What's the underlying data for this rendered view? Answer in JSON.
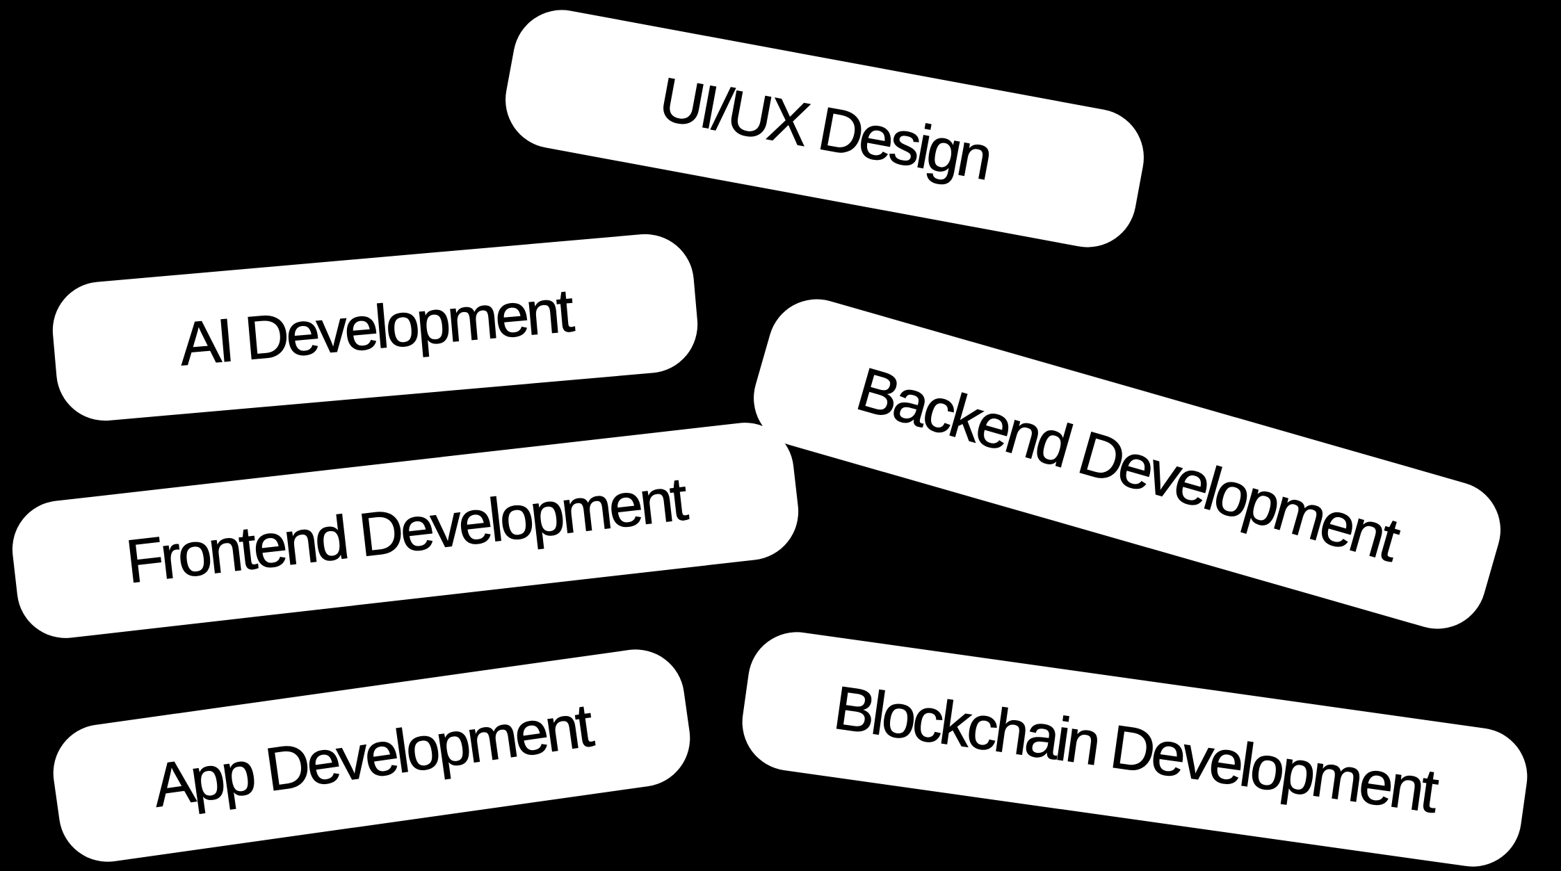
{
  "canvas": {
    "background_color": "#000000"
  },
  "pill_style": {
    "fill_color": "#ffffff",
    "label_color": "#000000"
  },
  "pills": [
    {
      "label": "UI/UX Design"
    },
    {
      "label": "AI Development"
    },
    {
      "label": "Backend Development"
    },
    {
      "label": "Frontend Development"
    },
    {
      "label": "App Development"
    },
    {
      "label": "Blockchain Development"
    }
  ]
}
